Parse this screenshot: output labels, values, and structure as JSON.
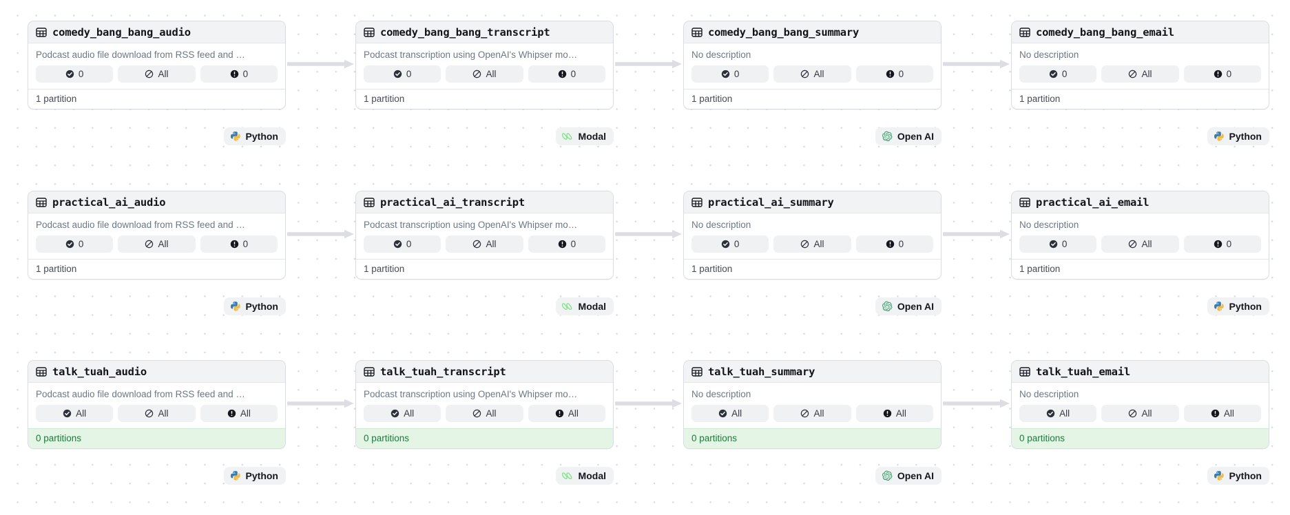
{
  "canvas": {
    "background_color": "#ffffff",
    "dot_color": "#d7dadf",
    "edge_color": "#dcdee4"
  },
  "labels": {
    "no_description": "No description",
    "audio_description": "Podcast audio file download from RSS feed and …",
    "transcript_description": "Podcast transcription using OpenAI's Whipser mo…",
    "one_partition": "1 partition",
    "zero_partitions": "0 partitions"
  },
  "kinds": {
    "python": {
      "label": "Python",
      "icon": "python-icon"
    },
    "modal": {
      "label": "Modal",
      "icon": "modal-icon"
    },
    "openai": {
      "label": "Open AI",
      "icon": "openai-icon"
    }
  },
  "badge_icons": {
    "materialized": "check-circle-icon",
    "checks": "slash-circle-icon",
    "failed": "exclamation-circle-icon"
  },
  "rows": [
    {
      "id": "comedy_bang_bang",
      "nodes": [
        {
          "name": "comedy_bang_bang_audio",
          "description": "Podcast audio file download from RSS feed and …",
          "badges": [
            "0",
            "All",
            "0"
          ],
          "footer": "1 partition",
          "footer_state": "default",
          "kind": "Python",
          "kind_icon": "python-icon"
        },
        {
          "name": "comedy_bang_bang_transcript",
          "description": "Podcast transcription using OpenAI's Whipser mo…",
          "badges": [
            "0",
            "All",
            "0"
          ],
          "footer": "1 partition",
          "footer_state": "default",
          "kind": "Modal",
          "kind_icon": "modal-icon"
        },
        {
          "name": "comedy_bang_bang_summary",
          "description": "No description",
          "badges": [
            "0",
            "All",
            "0"
          ],
          "footer": "1 partition",
          "footer_state": "default",
          "kind": "Open AI",
          "kind_icon": "openai-icon"
        },
        {
          "name": "comedy_bang_bang_email",
          "description": "No description",
          "badges": [
            "0",
            "All",
            "0"
          ],
          "footer": "1 partition",
          "footer_state": "default",
          "kind": "Python",
          "kind_icon": "python-icon"
        }
      ]
    },
    {
      "id": "practical_ai",
      "nodes": [
        {
          "name": "practical_ai_audio",
          "description": "Podcast audio file download from RSS feed and …",
          "badges": [
            "0",
            "All",
            "0"
          ],
          "footer": "1 partition",
          "footer_state": "default",
          "kind": "Python",
          "kind_icon": "python-icon"
        },
        {
          "name": "practical_ai_transcript",
          "description": "Podcast transcription using OpenAI's Whipser mo…",
          "badges": [
            "0",
            "All",
            "0"
          ],
          "footer": "1 partition",
          "footer_state": "default",
          "kind": "Modal",
          "kind_icon": "modal-icon"
        },
        {
          "name": "practical_ai_summary",
          "description": "No description",
          "badges": [
            "0",
            "All",
            "0"
          ],
          "footer": "1 partition",
          "footer_state": "default",
          "kind": "Open AI",
          "kind_icon": "openai-icon"
        },
        {
          "name": "practical_ai_email",
          "description": "No description",
          "badges": [
            "0",
            "All",
            "0"
          ],
          "footer": "1 partition",
          "footer_state": "default",
          "kind": "Python",
          "kind_icon": "python-icon"
        }
      ]
    },
    {
      "id": "talk_tuah",
      "nodes": [
        {
          "name": "talk_tuah_audio",
          "description": "Podcast audio file download from RSS feed and …",
          "badges": [
            "All",
            "All",
            "All"
          ],
          "footer": "0 partitions",
          "footer_state": "green",
          "kind": "Python",
          "kind_icon": "python-icon"
        },
        {
          "name": "talk_tuah_transcript",
          "description": "Podcast transcription using OpenAI's Whipser mo…",
          "badges": [
            "All",
            "All",
            "All"
          ],
          "footer": "0 partitions",
          "footer_state": "green",
          "kind": "Modal",
          "kind_icon": "modal-icon"
        },
        {
          "name": "talk_tuah_summary",
          "description": "No description",
          "badges": [
            "All",
            "All",
            "All"
          ],
          "footer": "0 partitions",
          "footer_state": "green",
          "kind": "Open AI",
          "kind_icon": "openai-icon"
        },
        {
          "name": "talk_tuah_email",
          "description": "No description",
          "badges": [
            "All",
            "All",
            "All"
          ],
          "footer": "0 partitions",
          "footer_state": "green",
          "kind": "Python",
          "kind_icon": "python-icon"
        }
      ]
    }
  ]
}
